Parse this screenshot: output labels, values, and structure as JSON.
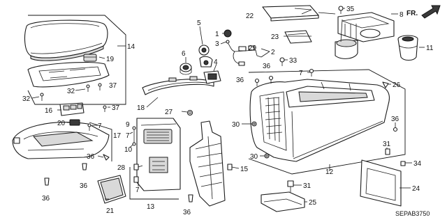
{
  "diagram": {
    "labels": {
      "n1": "1",
      "n2": "2",
      "n3": "3",
      "n4": "4",
      "n5": "5",
      "n6": "6",
      "n7a": "7",
      "n7b": "7",
      "n7c": "7",
      "n8": "8",
      "n9": "9",
      "n10": "10",
      "n11": "11",
      "n12": "12",
      "n13": "13",
      "n14": "14",
      "n15": "15",
      "n16": "16",
      "n17": "17",
      "n18": "18",
      "n19": "19",
      "n20": "20",
      "n21": "21",
      "n22": "22",
      "n23": "23",
      "n24": "24",
      "n25": "25",
      "n26": "26",
      "n27": "27",
      "n28": "28",
      "n29": "29",
      "n30a": "30",
      "n30b": "30",
      "n31a": "31",
      "n31b": "31",
      "n32a": "32",
      "n32b": "32",
      "n33": "33",
      "n34": "34",
      "n35": "35",
      "n36a": "36",
      "n36b": "36",
      "n36c": "36",
      "n36d": "36",
      "n36e": "36",
      "n36f": "36",
      "n36g": "36",
      "n37a": "37",
      "n37b": "37"
    },
    "direction_label": "FR.",
    "diagram_code": "SEPAB3750"
  }
}
